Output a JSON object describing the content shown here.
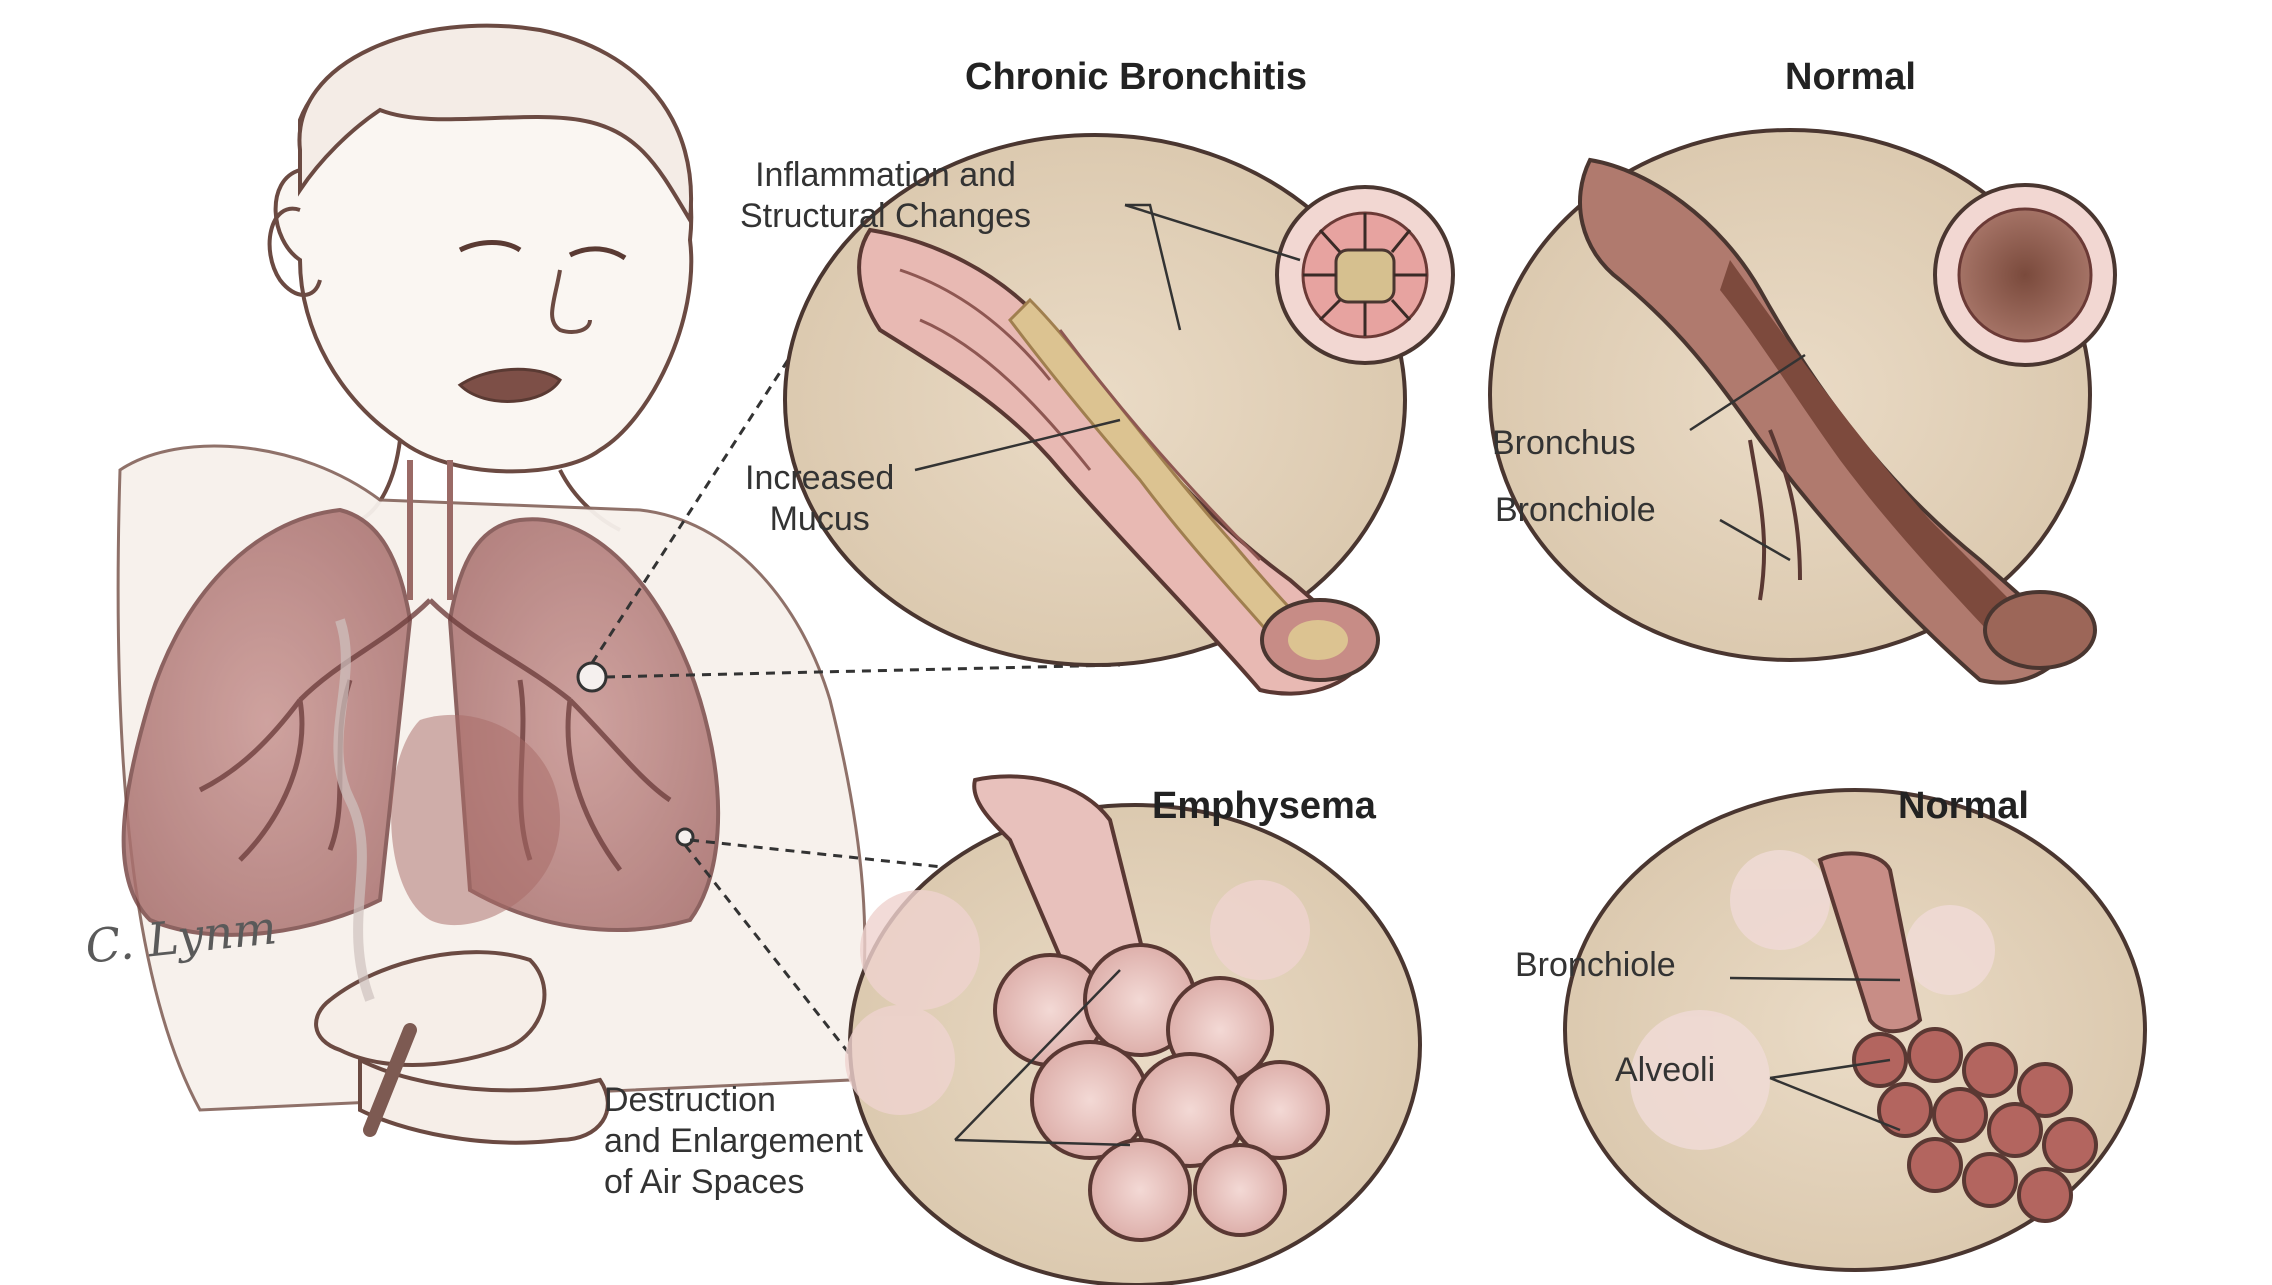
{
  "titles": {
    "chronic_bronchitis": "Chronic Bronchitis",
    "normal_top": "Normal",
    "emphysema": "Emphysema",
    "normal_bottom": "Normal"
  },
  "labels": {
    "inflammation": "Inflammation and\nStructural Changes",
    "increased_mucus": "Increased\nMucus",
    "bronchus": "Bronchus",
    "bronchiole_top": "Bronchiole",
    "destruction": "Destruction\nand Enlargement\nof Air Spaces",
    "bronchiole_bottom": "Bronchiole",
    "alveoli": "Alveoli"
  },
  "signature": "C. Lynm",
  "colors": {
    "disc": "#e3d3bd",
    "tissue": "#c98b86",
    "airway_normal": "#8c5448",
    "mucus": "#d9c08a",
    "ink": "#3a2a26",
    "lung": "#b47a78"
  }
}
